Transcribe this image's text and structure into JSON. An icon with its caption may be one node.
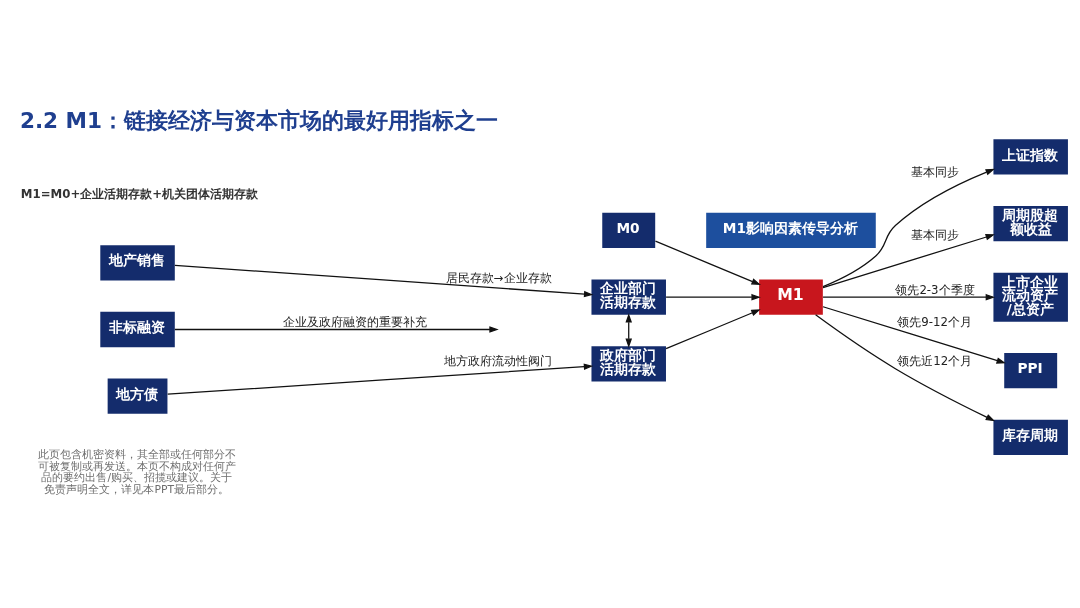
{
  "diagram": {
    "title": "2.2 M1：链接经济与资本市场的最好用指标之一",
    "nodes": [
      {
        "text": [
          "M1影响因素传导分析"
        ]
      },
      {
        "text": [
          "地产销售"
        ]
      },
      {
        "text": [
          "非标融资"
        ]
      },
      {
        "text": [
          "地方债"
        ]
      },
      {
        "text": [
          "M0"
        ]
      },
      {
        "text": [
          "企业部门活期存款"
        ]
      },
      {
        "text": [
          "政府部门活期存款"
        ]
      },
      {
        "text": [
          "M1"
        ]
      },
      {
        "text": [
          "上证指数"
        ]
      },
      {
        "text": [
          "周期股超额收益"
        ]
      },
      {
        "text": [
          "上市企业流动资产/总资产"
        ]
      },
      {
        "text": [
          "PPI"
        ]
      },
      {
        "text": [
          "库存周期"
        ]
      }
    ],
    "edges": [
      {
        "from": 1,
        "to": 5,
        "arrow": "to",
        "label": "居民存款→企业存款"
      },
      {
        "from": 2,
        "to": null,
        "arrow": "to",
        "label": "企业及政府融资的重要补充"
      },
      {
        "from": 3,
        "to": 6,
        "arrow": "to",
        "label": "地方政府流动性阀门"
      },
      {
        "from": 5,
        "to": 6,
        "arrow": "both"
      },
      {
        "from": 4,
        "to": 7,
        "arrow": "to"
      },
      {
        "from": 5,
        "to": 7,
        "arrow": "to"
      },
      {
        "from": 6,
        "to": 7,
        "arrow": "to"
      },
      {
        "from": 7,
        "to": 8,
        "arrow": "to",
        "label": "基本同步"
      },
      {
        "from": 7,
        "to": 9,
        "arrow": "to",
        "label": "基本同步"
      },
      {
        "from": 7,
        "to": 10,
        "arrow": "to",
        "label": "领先2-3个季度"
      },
      {
        "from": 7,
        "to": 11,
        "arrow": "to",
        "label": "领先9-12个月"
      },
      {
        "from": 7,
        "to": 12,
        "arrow": "to",
        "label": "领先近12个月"
      }
    ],
    "labels": [
      "M1=M0+企业活期存款+机关团体活期存款",
      "此页包含机密资料，其全部或任何部分不可被复制或再发送。本页不构成对任何产品的要约出售/购买、招揽或建议。关于免责声明全文，详见本PPT最后部分。"
    ]
  }
}
